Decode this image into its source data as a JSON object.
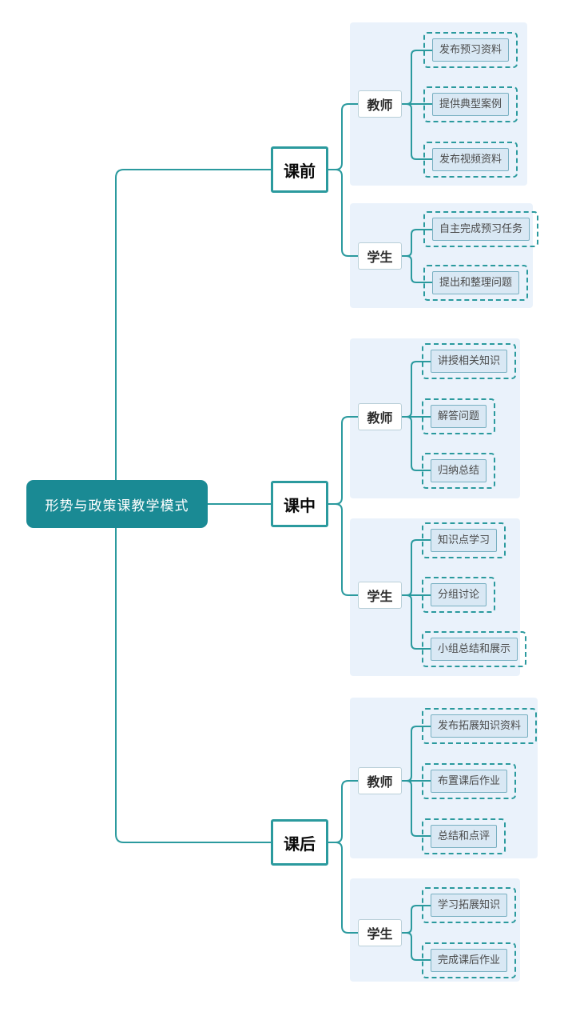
{
  "root": {
    "label": "形势与政策课教学模式"
  },
  "branches": [
    {
      "label": "课前",
      "roles": [
        {
          "label": "教师",
          "items": [
            "发布预习资料",
            "提供典型案例",
            "发布视频资料"
          ]
        },
        {
          "label": "学生",
          "items": [
            "自主完成预习任务",
            "提出和整理问题"
          ]
        }
      ]
    },
    {
      "label": "课中",
      "roles": [
        {
          "label": "教师",
          "items": [
            "讲授相关知识",
            "解答问题",
            "归纳总结"
          ]
        },
        {
          "label": "学生",
          "items": [
            "知识点学习",
            "分组讨论",
            "小组总结和展示"
          ]
        }
      ]
    },
    {
      "label": "课后",
      "roles": [
        {
          "label": "教师",
          "items": [
            "发布拓展知识资料",
            "布置课后作业",
            "总结和点评"
          ]
        },
        {
          "label": "学生",
          "items": [
            "学习拓展知识",
            "完成课后作业"
          ]
        }
      ]
    }
  ],
  "colors": {
    "accent_teal": "#2b9a9e",
    "root_fill": "#1a8a94",
    "panel_bg": "#eaf2fb",
    "leaf_bg": "#d9e8f4",
    "leaf_border": "#79b0c2",
    "role_border": "#b9cfd8"
  }
}
